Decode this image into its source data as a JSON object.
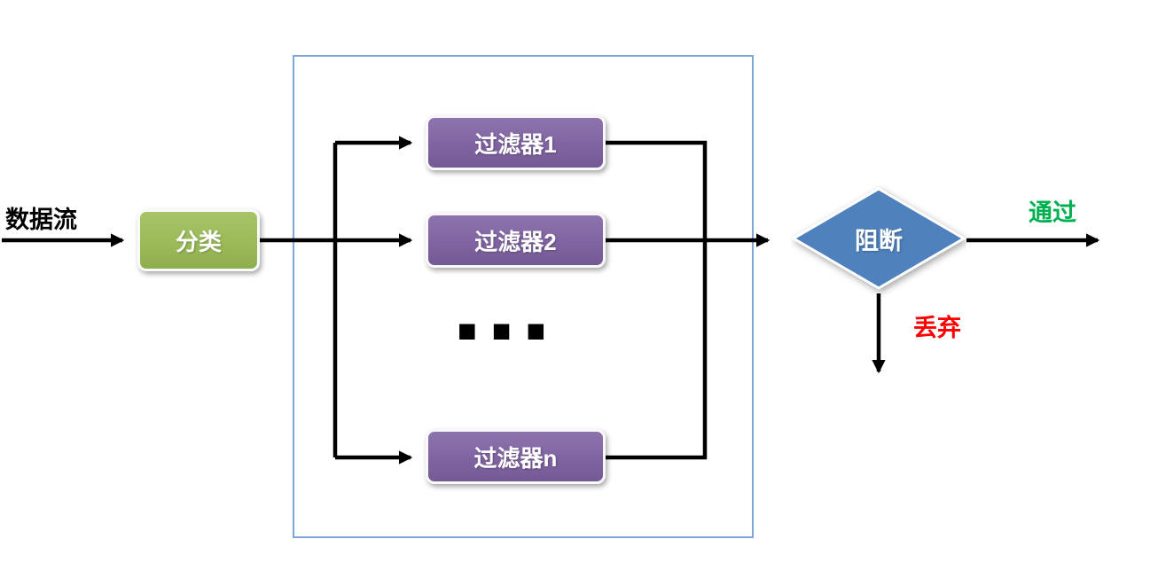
{
  "diagram": {
    "title": "stream-filtering-flow",
    "input_label": "数据流",
    "classifier_label": "分类",
    "filters": [
      {
        "label": "过滤器1"
      },
      {
        "label": "过滤器2"
      },
      {
        "label": "过滤器n"
      }
    ],
    "ellipsis": "■■■",
    "decision_label": "阻断",
    "pass_label": "通过",
    "drop_label": "丢弃",
    "colors": {
      "classifier_fill": "#9BBB59",
      "filter_fill": "#8064A2",
      "decision_fill": "#4F81BD",
      "container_border": "#7EA6D8",
      "pass_text": "#00B050",
      "drop_text": "#FF0000",
      "arrow": "#000000",
      "node_text": "#FFFFFF"
    }
  }
}
